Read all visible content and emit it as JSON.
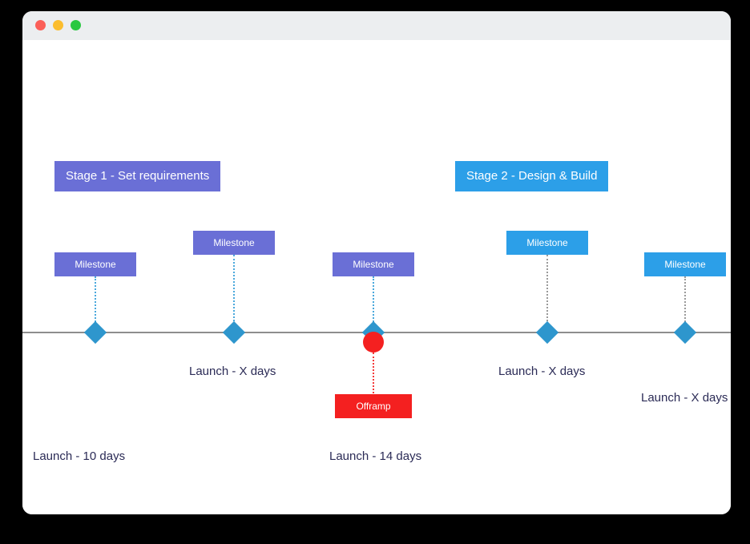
{
  "window": {
    "traffic_lights": [
      {
        "name": "close",
        "color": "#fb5f58"
      },
      {
        "name": "minimize",
        "color": "#fbbd2e"
      },
      {
        "name": "maximize",
        "color": "#28c840"
      }
    ]
  },
  "colors": {
    "purple": "#6a6fd6",
    "blue": "#2c9fe8",
    "red": "#f42020",
    "diamond": "#2e96cd",
    "axis": "#8e8e8e",
    "caption_text": "#2b2b56"
  },
  "chart_data": {
    "type": "timeline",
    "title": "",
    "axis": {
      "orientation": "horizontal",
      "color": "#8e8e8e"
    },
    "stages": [
      {
        "label": "Stage 1 - Set requirements",
        "color": "#6a6fd6"
      },
      {
        "label": "Stage 2 - Design & Build",
        "color": "#2c9fe8"
      }
    ],
    "milestones": [
      {
        "label": "Milestone",
        "color": "#6a6fd6",
        "connector": "blue",
        "caption": "Launch - 10 days",
        "caption_position": "below-far"
      },
      {
        "label": "Milestone",
        "color": "#6a6fd6",
        "connector": "blue",
        "caption": "Launch - X days",
        "caption_position": "below-near"
      },
      {
        "label": "Milestone",
        "color": "#6a6fd6",
        "connector": "blue",
        "caption": "Launch - 14 days",
        "caption_position": "below-far"
      },
      {
        "label": "Milestone",
        "color": "#2c9fe8",
        "connector": "blue",
        "caption": "Launch - X days",
        "caption_position": "below-near"
      },
      {
        "label": "Milestone",
        "color": "#2c9fe8",
        "connector": "gray",
        "caption": "Launch - X days",
        "caption_position": "below-near"
      }
    ],
    "offramp": {
      "label": "Offramp",
      "color": "#f42020",
      "attached_to_milestone": 3
    }
  },
  "stage1": {
    "label": "Stage 1 - Set requirements"
  },
  "stage2": {
    "label": "Stage 2 - Design & Build"
  },
  "milestone_labels": {
    "m1": "Milestone",
    "m2": "Milestone",
    "m3": "Milestone",
    "m4": "Milestone",
    "m5": "Milestone"
  },
  "offramp": {
    "label": "Offramp"
  },
  "captions": {
    "c1": "Launch - 10 days",
    "c2": "Launch - X days",
    "c3": "Launch - 14 days",
    "c4": "Launch - X days",
    "c5": "Launch - X days"
  }
}
